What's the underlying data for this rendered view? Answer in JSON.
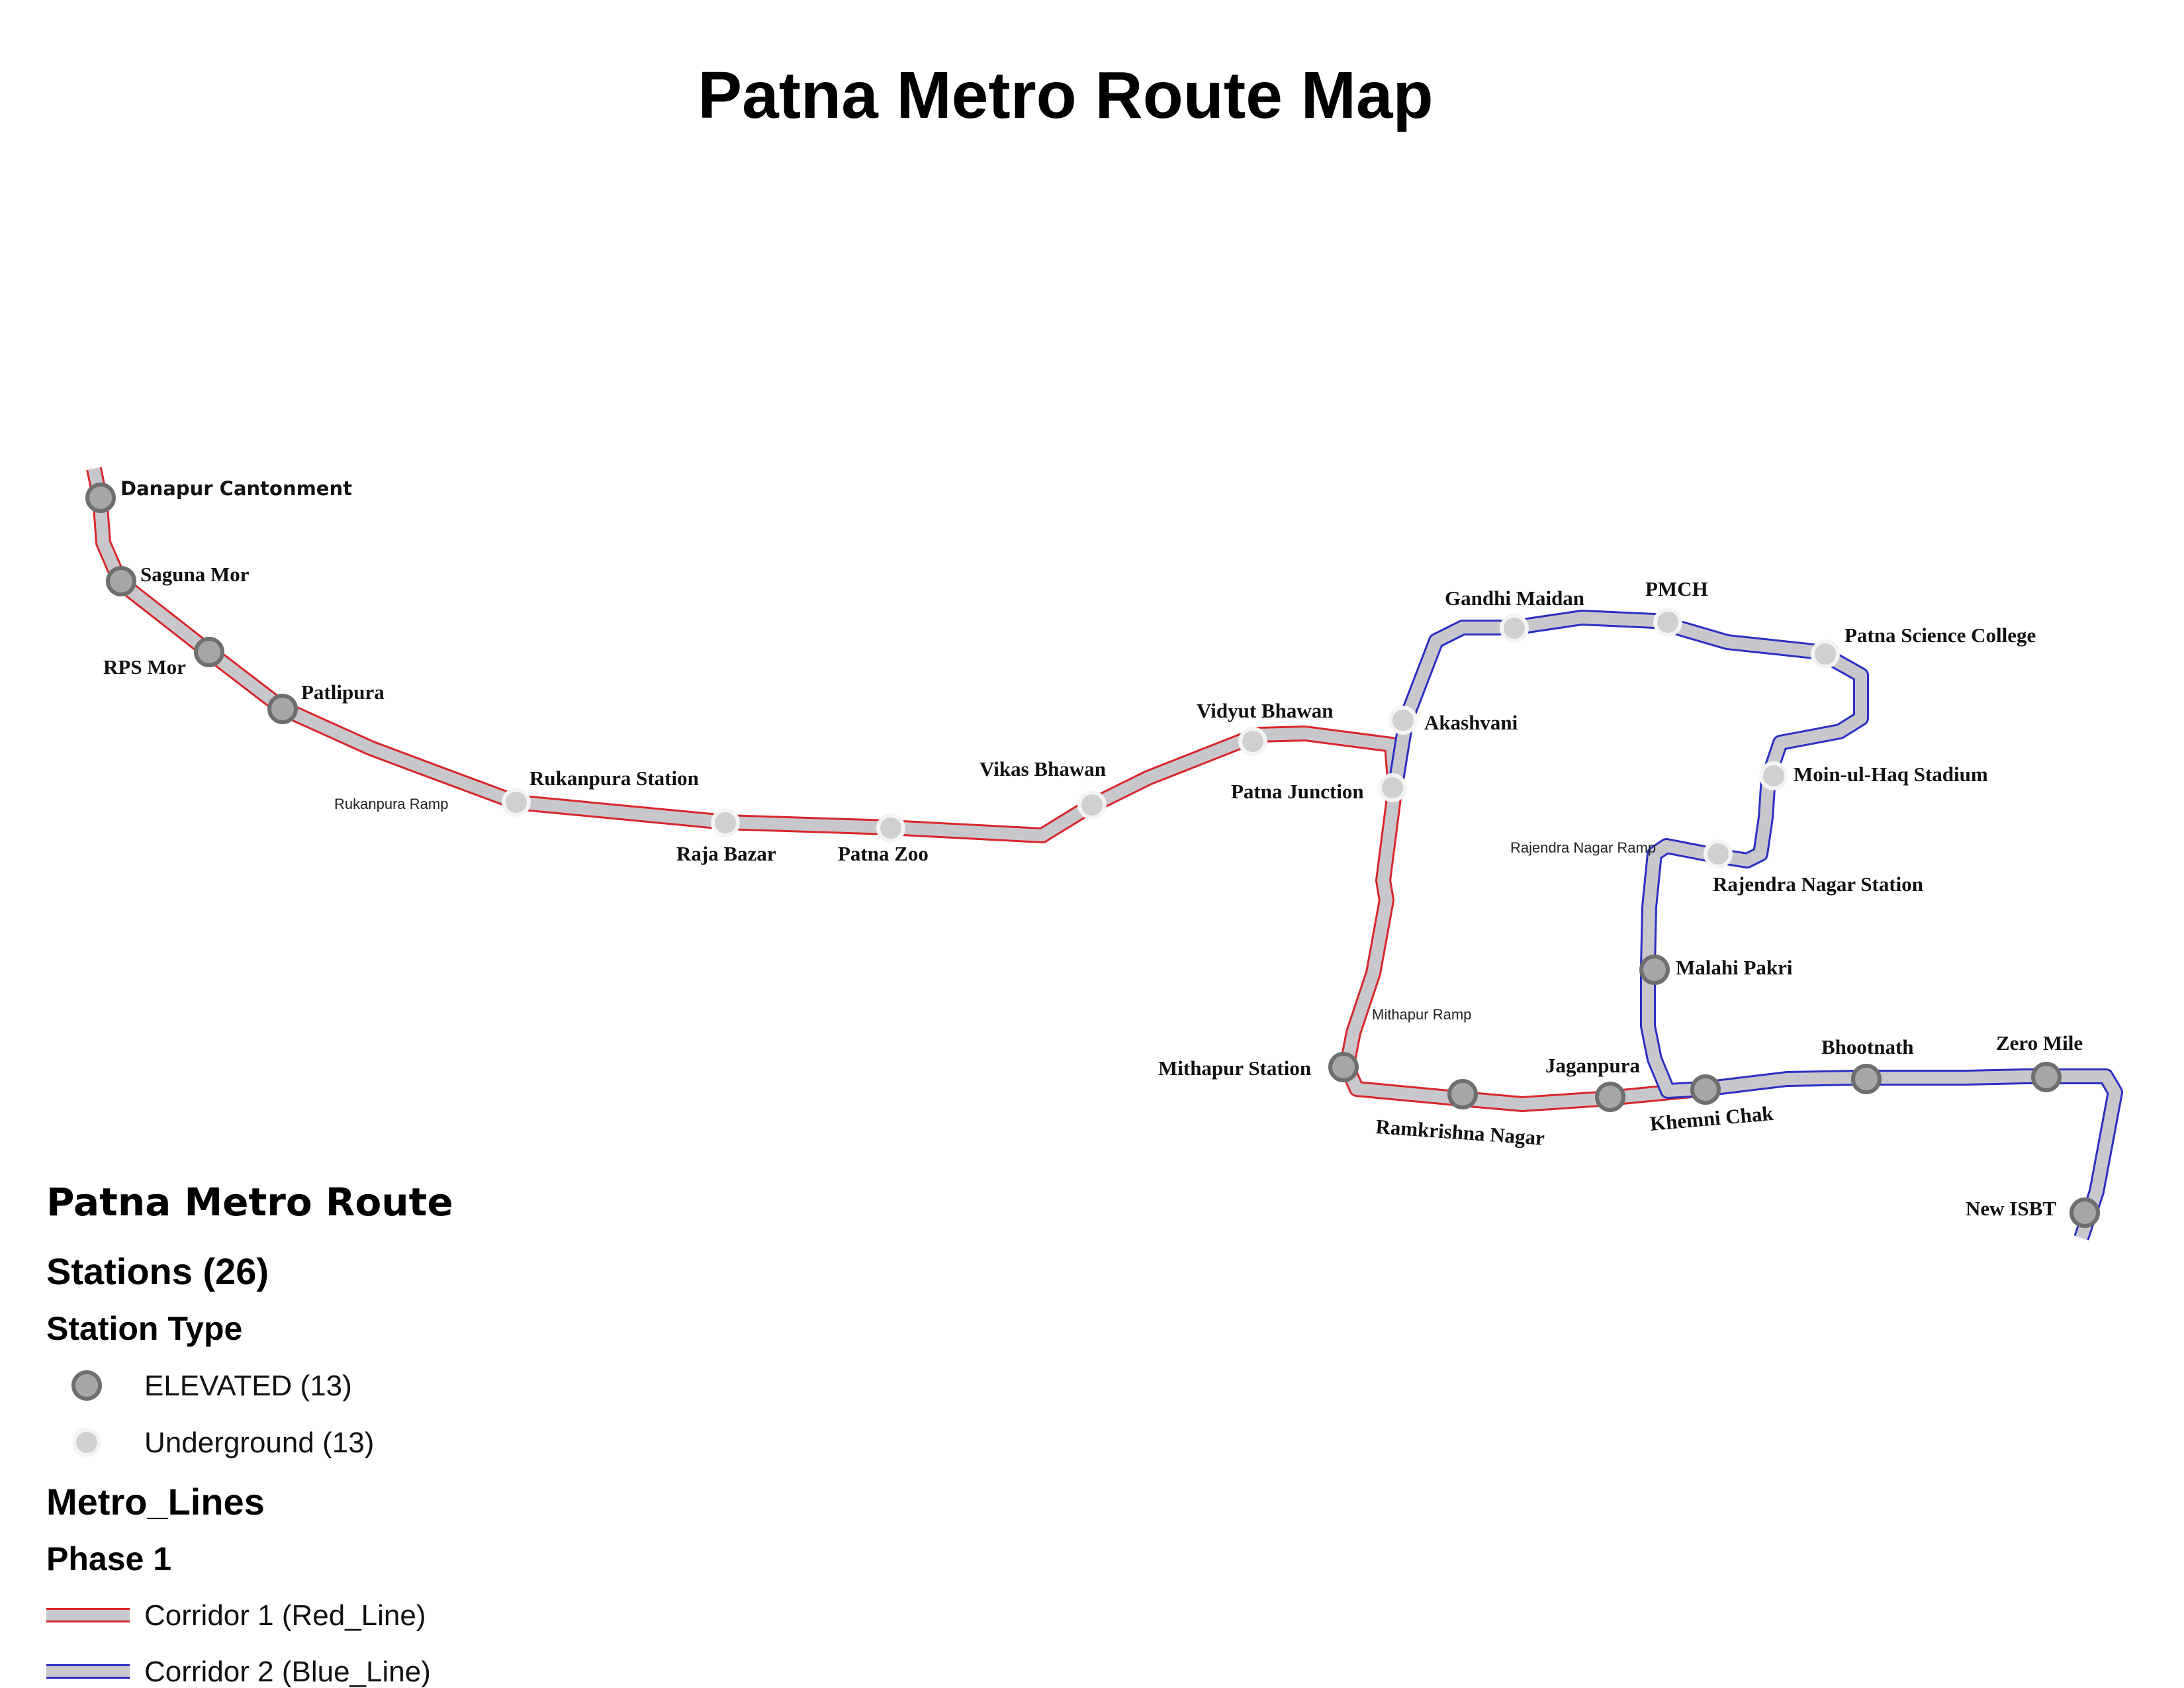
{
  "title": "Patna Metro Route Map",
  "colors": {
    "red_line": "#d9262b",
    "blue_line": "#2b2fc4",
    "track_fill": "#c8c8cc",
    "elevated_fill": "#a6a6a6",
    "elevated_stroke": "#6e6e6e",
    "underground_fill": "#d0d0d0",
    "underground_stroke": "#f4f4f4"
  },
  "map": {
    "lines": [
      {
        "id": "red",
        "name": "Corridor 1 (Red_Line)"
      },
      {
        "id": "blue",
        "name": "Corridor 2 (Blue_Line)"
      }
    ],
    "stations": [
      {
        "name": "Danapur Cantonment",
        "type": "elevated",
        "line": "red"
      },
      {
        "name": "Saguna Mor",
        "type": "elevated",
        "line": "red"
      },
      {
        "name": "RPS Mor",
        "type": "elevated",
        "line": "red"
      },
      {
        "name": "Patlipura",
        "type": "elevated",
        "line": "red"
      },
      {
        "name": "Rukanpura Station",
        "type": "underground",
        "line": "red"
      },
      {
        "name": "Raja Bazar",
        "type": "underground",
        "line": "red"
      },
      {
        "name": "Patna Zoo",
        "type": "underground",
        "line": "red"
      },
      {
        "name": "Vikas Bhawan",
        "type": "underground",
        "line": "red"
      },
      {
        "name": "Vidyut Bhawan",
        "type": "underground",
        "line": "red"
      },
      {
        "name": "Patna Junction",
        "type": "underground",
        "line": "red"
      },
      {
        "name": "Mithapur Station",
        "type": "elevated",
        "line": "red"
      },
      {
        "name": "Ramkrishna Nagar",
        "type": "elevated",
        "line": "red"
      },
      {
        "name": "Jaganpura",
        "type": "elevated",
        "line": "red"
      },
      {
        "name": "Akashvani",
        "type": "underground",
        "line": "blue"
      },
      {
        "name": "Gandhi Maidan",
        "type": "underground",
        "line": "blue"
      },
      {
        "name": "PMCH",
        "type": "underground",
        "line": "blue"
      },
      {
        "name": "Patna Science College",
        "type": "underground",
        "line": "blue"
      },
      {
        "name": "Moin-ul-Haq Stadium",
        "type": "underground",
        "line": "blue"
      },
      {
        "name": "Rajendra Nagar Station",
        "type": "underground",
        "line": "blue"
      },
      {
        "name": "Malahi Pakri",
        "type": "elevated",
        "line": "blue"
      },
      {
        "name": "Khemni Chak",
        "type": "elevated",
        "line": "blue"
      },
      {
        "name": "Bhootnath",
        "type": "elevated",
        "line": "blue"
      },
      {
        "name": "Zero Mile",
        "type": "elevated",
        "line": "blue"
      },
      {
        "name": "New ISBT",
        "type": "elevated",
        "line": "blue"
      }
    ],
    "ramps": [
      {
        "name": "Rukanpura Ramp"
      },
      {
        "name": "Mithapur Ramp"
      },
      {
        "name": "Rajendra Nagar Ramp"
      }
    ]
  },
  "legend": {
    "heading": "Patna Metro Route",
    "stations_heading": "Stations (26)",
    "station_type_heading": "Station Type",
    "elevated_label": "ELEVATED (13)",
    "underground_label": "Underground (13)",
    "lines_heading": "Metro_Lines",
    "phase_heading": "Phase 1",
    "red_label": "Corridor 1 (Red_Line)",
    "blue_label": "Corridor 2 (Blue_Line)"
  }
}
